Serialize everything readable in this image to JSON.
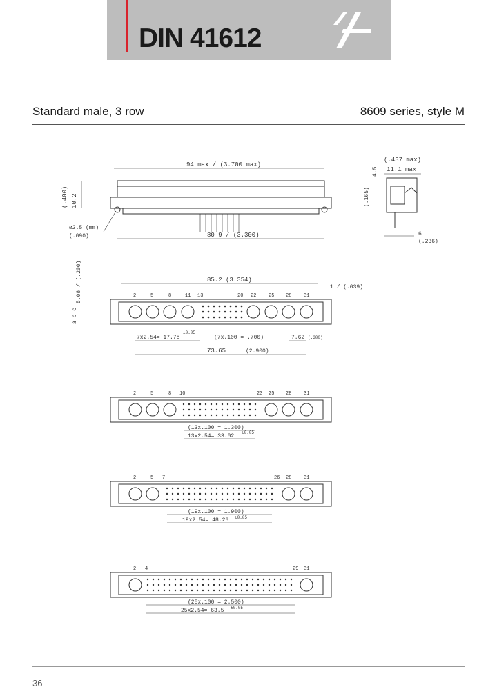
{
  "banner": {
    "title": "DIN 41612",
    "accent_color": "#d9232d",
    "background": "#bdbdbd",
    "logo_icon": "brand-logo-icon"
  },
  "header": {
    "left": "Standard male, 3 row",
    "right": "8609 series, style M"
  },
  "page_number": "36",
  "drawing1": {
    "top_dim": "94 max / (3.700 max)",
    "left_dim_a": "(.400)",
    "left_dim_b": "10.2",
    "hole_dim": "ø2.5 (mm)",
    "hole_dim_in": "(.090)",
    "bottom_dim": "80 9 / (3.300)",
    "side_top": "(.437 max)",
    "side_top2": "11.1 max",
    "side_left": "(.165)",
    "side_left2": "4.5",
    "side_bottom": "6",
    "side_bottom_in": "(.236)"
  },
  "drawing2": {
    "top_dim": "85.2 (3.354)",
    "right_dim": "1 / (.039)",
    "left_dim_a": "5.08 / (.200)",
    "left_dim_b": "a b c",
    "pins": [
      "2",
      "5",
      "8",
      "11",
      "13",
      "20",
      "22",
      "25",
      "28",
      "31"
    ],
    "dim_a": "7x2.54= 17.78",
    "dim_a_tol": "±0.05",
    "dim_b": "(7x.100 = .700)",
    "dim_c": "7.62",
    "dim_c_in": "(.300)",
    "dim_d": "73.65",
    "dim_d_in": "(2.900)"
  },
  "drawing3": {
    "pins": [
      "2",
      "5",
      "8",
      "10",
      "23",
      "25",
      "28",
      "31"
    ],
    "dim_a": "(13x.100 = 1.300)",
    "dim_b": "13x2.54= 33.02",
    "dim_b_tol": "±0.05"
  },
  "drawing4": {
    "pins": [
      "2",
      "5",
      "7",
      "26",
      "28",
      "31"
    ],
    "dim_a": "(19x.100 = 1.900)",
    "dim_b": "19x2.54= 48.26",
    "dim_b_tol": "±0.05"
  },
  "drawing5": {
    "pins": [
      "2",
      "4",
      "29",
      "31"
    ],
    "dim_a": "(25x.100 = 2.500)",
    "dim_b": "25x2.54= 63.5",
    "dim_b_tol": "±0.05"
  }
}
